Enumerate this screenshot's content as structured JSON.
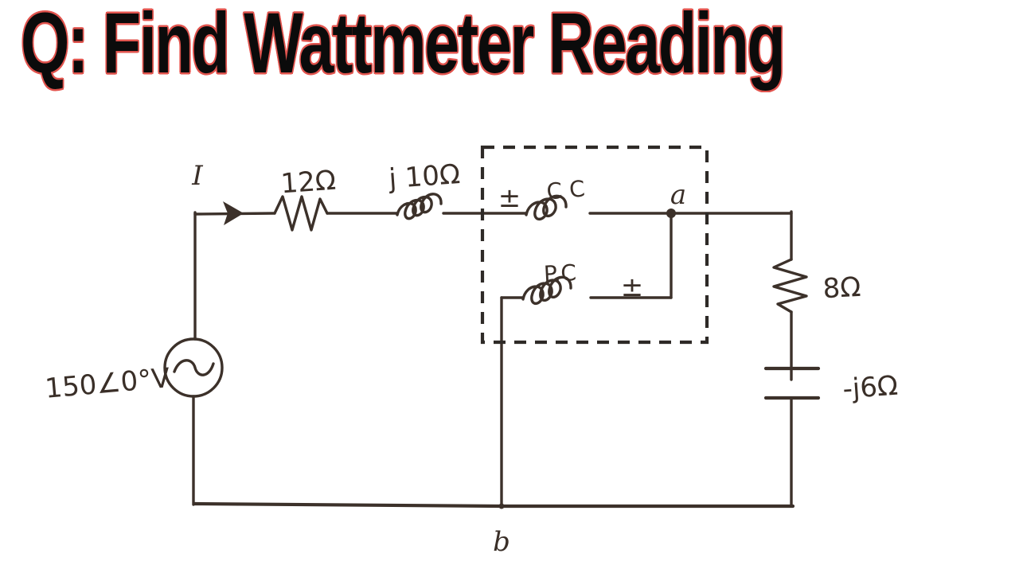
{
  "title": "Q: Find Wattmeter Reading",
  "colors": {
    "background": "#ffffff",
    "ink": "#3c312a",
    "title_fill": "#0b0b0b",
    "title_outline": "#e1544e"
  },
  "circuit": {
    "current_label": "I",
    "series_resistor_label": "12Ω",
    "series_inductor_label": "j 10Ω",
    "wattmeter": {
      "current_coil_label": "CC",
      "current_coil_polarity_mark": "±",
      "potential_coil_label": "P.C",
      "potential_coil_polarity_mark": "±"
    },
    "node_a_label": "a",
    "node_b_label": "b",
    "load_resistor_label": "8Ω",
    "load_capacitor_label": "-j6Ω",
    "source_voltage_label": "150∠0°V"
  }
}
